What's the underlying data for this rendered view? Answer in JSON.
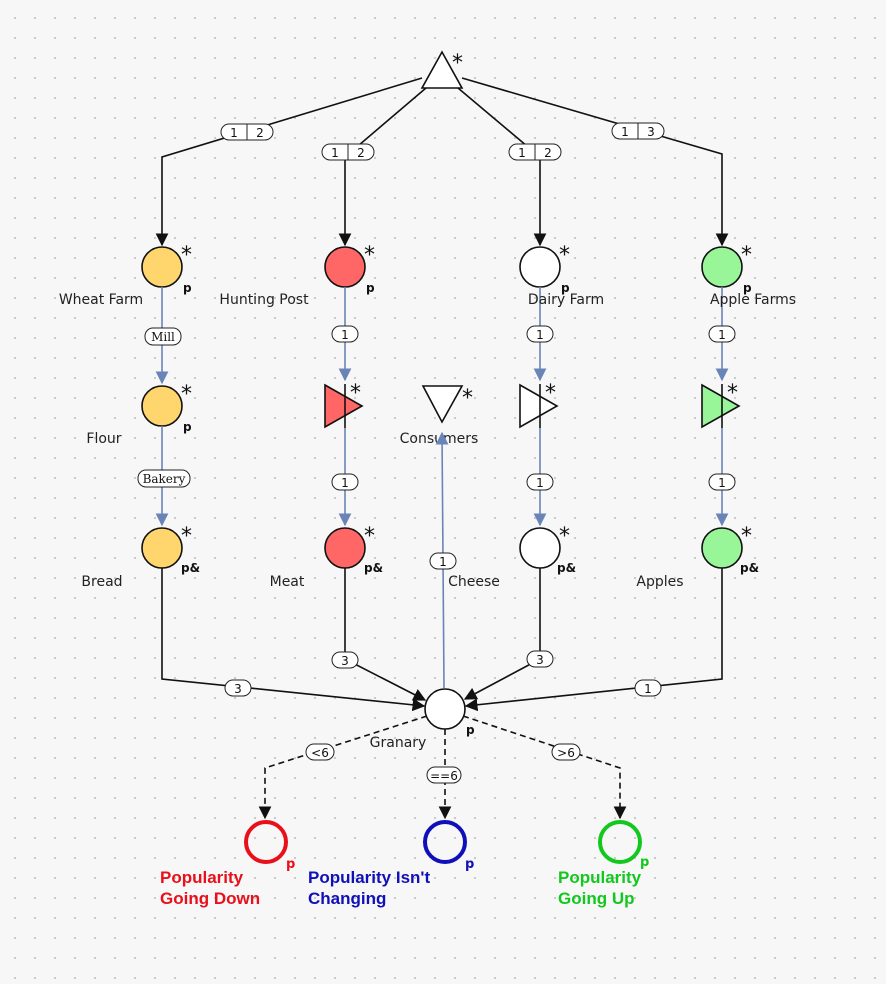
{
  "colors": {
    "wheat": "#ffd66e",
    "hunting": "#ff6666",
    "dairy": "#ffffff",
    "apple": "#98f598",
    "down": "#e8101a",
    "same": "#1010b8",
    "up": "#12c81e",
    "flow": "#6b84b8"
  },
  "source": {
    "marker": "*"
  },
  "branches": [
    {
      "ratio": [
        "1",
        "2"
      ],
      "source_label": "Wheat Farm",
      "source_mark": "p",
      "source_star": "*",
      "converter_tag": "Mill",
      "mid_label": "Flour",
      "mid_mark": "p",
      "mid_star": "*",
      "conv2_tag": "Bakery",
      "product_label": "Bread",
      "product_mark": "p&",
      "product_star": "*",
      "to_granary": "3"
    },
    {
      "ratio": [
        "1",
        "2"
      ],
      "source_label": "Hunting Post",
      "source_mark": "p",
      "source_star": "*",
      "flow1": "1",
      "conv_star": "*",
      "flow2": "1",
      "product_label": "Meat",
      "product_mark": "p&",
      "product_star": "*",
      "to_granary": "3"
    },
    {
      "ratio": [
        "1",
        "2"
      ],
      "source_label": "Dairy Farm",
      "source_mark": "p",
      "source_star": "*",
      "flow1": "1",
      "conv_star": "*",
      "flow2": "1",
      "product_label": "Cheese",
      "product_mark": "p&",
      "product_star": "*",
      "to_granary": "3"
    },
    {
      "ratio": [
        "1",
        "3"
      ],
      "source_label": "Apple Farms",
      "source_mark": "p",
      "source_star": "*",
      "flow1": "1",
      "conv_star": "*",
      "flow2": "1",
      "product_label": "Apples",
      "product_mark": "p&",
      "product_star": "*",
      "to_granary": "1"
    }
  ],
  "consumers": {
    "label": "Consumers",
    "marker": "*",
    "flow": "1"
  },
  "granary": {
    "label": "Granary",
    "mark": "p"
  },
  "outcomes": [
    {
      "condition": "<6",
      "line1": "Popularity",
      "line2": "Going Down",
      "mark": "p"
    },
    {
      "condition": "==6",
      "line1": "Popularity Isn't",
      "line2": "Changing",
      "mark": "p"
    },
    {
      "condition": ">6",
      "line1": "Popularity",
      "line2": "Going Up",
      "mark": "p"
    }
  ]
}
